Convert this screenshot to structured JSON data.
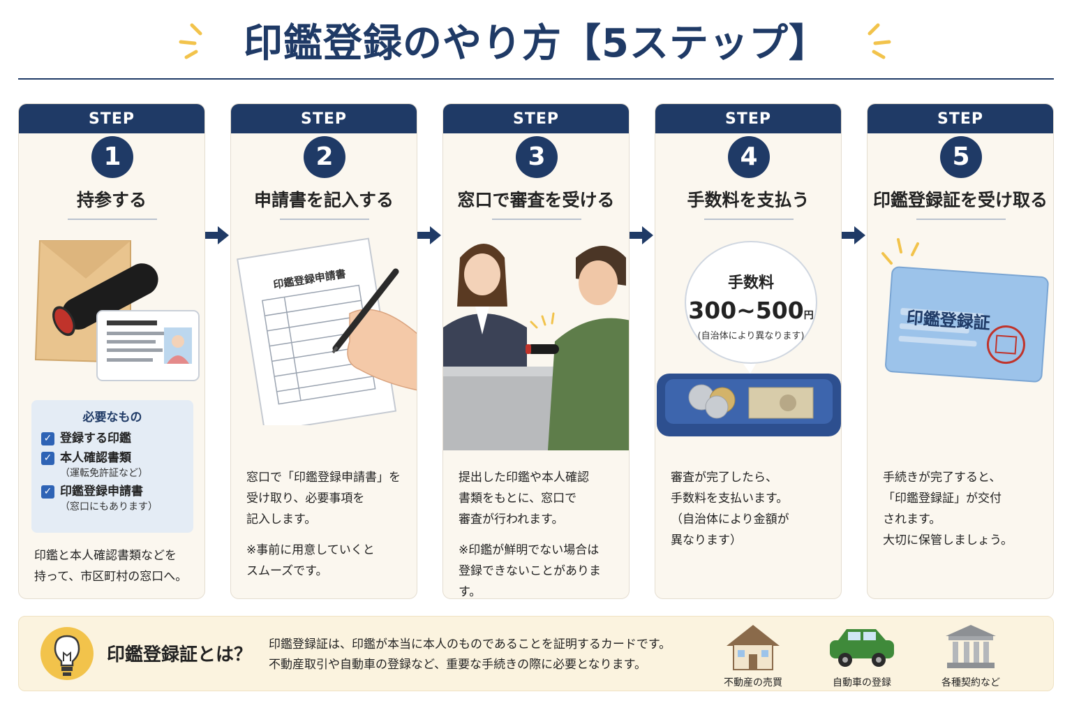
{
  "page": {
    "title": "印鑑登録のやり方【5ステップ】"
  },
  "steps": [
    {
      "head": "STEP",
      "number": "1",
      "title": "持参する",
      "needs": {
        "title": "必要なもの",
        "items": [
          {
            "label": "登録する印鑑",
            "sub": ""
          },
          {
            "label": "本人確認書類",
            "sub": "（運転免許証など）"
          },
          {
            "label": "印鑑登録申請書",
            "sub": "（窓口にもあります）"
          }
        ]
      },
      "text": "印鑑と本人確認書類などを\n持って、市区町村の窓口へ。",
      "note": ""
    },
    {
      "head": "STEP",
      "number": "2",
      "title": "申請書を記入する",
      "form_title": "印鑑登録申請書",
      "text": "窓口で「印鑑登録申請書」を\n受け取り、必要事項を\n記入します。",
      "note": "※事前に用意していくと\nスムーズです。"
    },
    {
      "head": "STEP",
      "number": "3",
      "title": "窓口で審査を受ける",
      "text": "提出した印鑑や本人確認\n書類をもとに、窓口で\n審査が行われます。",
      "note": "※印鑑が鮮明でない場合は\n登録できないことがあります。"
    },
    {
      "head": "STEP",
      "number": "4",
      "title": "手数料を支払う",
      "fee_label": "手数料",
      "fee_amount": "300~500",
      "fee_unit": "円",
      "fee_note": "(自治体により異なります)",
      "text": "審査が完了したら、\n手数料を支払います。\n（自治体により金額が\n異なります）",
      "note": ""
    },
    {
      "head": "STEP",
      "number": "5",
      "title": "印鑑登録証を受け取る",
      "card_label": "印鑑登録証",
      "text": "手続きが完了すると、\n「印鑑登録証」が交付\nされます。\n大切に保管しましょう。",
      "note": ""
    }
  ],
  "footer": {
    "title": "印鑑登録証とは？",
    "desc_line1": "印鑑登録証は、印鑑が本当に本人のものであることを証明するカードです。",
    "desc_line2": "不動産取引や自動車の登録など、重要な手続きの際に必要となります。",
    "items": [
      {
        "icon": "house-icon",
        "label": "不動産の売買"
      },
      {
        "icon": "car-icon",
        "label": "自動車の登録"
      },
      {
        "icon": "bank-icon",
        "label": "各種契約など"
      }
    ]
  },
  "colors": {
    "navy": "#1f3a66",
    "card_bg": "#fbf7ef",
    "accent_yellow": "#f2c34b",
    "check_blue": "#2e63b5",
    "footer_bg": "#fbf3df"
  }
}
